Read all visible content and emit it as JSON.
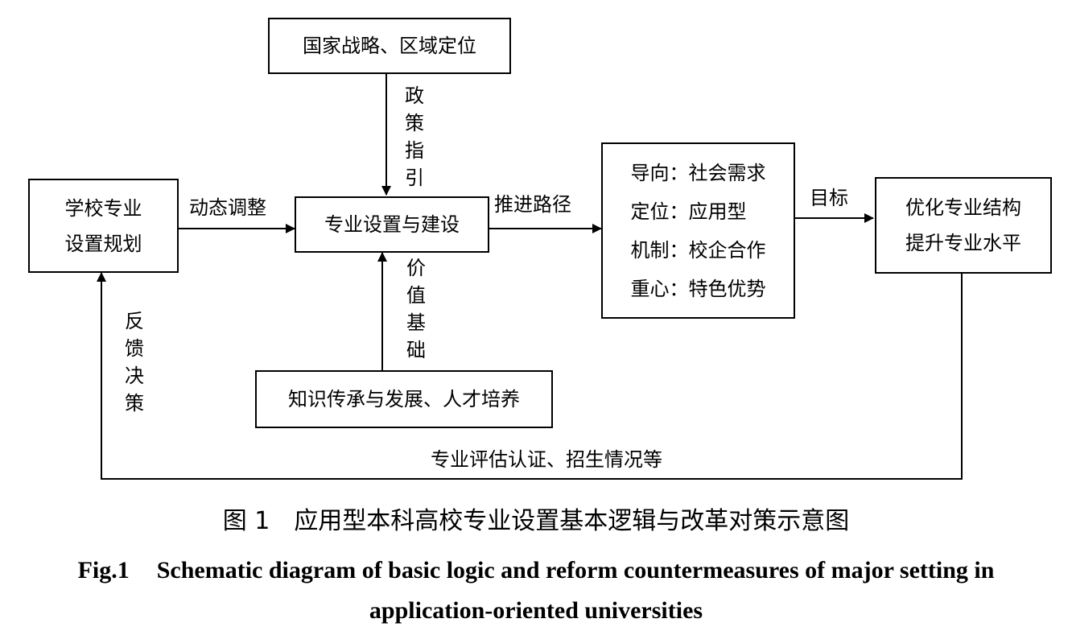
{
  "diagram": {
    "nodes": {
      "national_strategy": {
        "text": "国家战略、区域定位"
      },
      "major_setting": {
        "text": "专业设置与建设"
      },
      "school_planning": {
        "lines": [
          "学校专业",
          "设置规划"
        ]
      },
      "knowledge": {
        "text": "知识传承与发展、人才培养"
      },
      "characteristics": {
        "items": [
          "导向：社会需求",
          "定位：应用型",
          "机制：校企合作",
          "重心：特色优势"
        ]
      },
      "goal": {
        "lines": [
          "优化专业结构",
          "提升专业水平"
        ]
      }
    },
    "edge_labels": {
      "policy_guidance": "政策指引",
      "dynamic_adjustment": "动态调整",
      "value_basis": "价值基础",
      "promotion_path": "推进路径",
      "target": "目标",
      "feedback_decision": "反馈决策",
      "evaluation": "专业评估认证、招生情况等"
    }
  },
  "caption": {
    "cn_number": "图 1",
    "cn_title": "应用型本科高校专业设置基本逻辑与改革对策示意图",
    "en_number": "Fig.1",
    "en_title": "Schematic diagram of basic logic and reform countermeasures of major setting in application-oriented universities"
  }
}
